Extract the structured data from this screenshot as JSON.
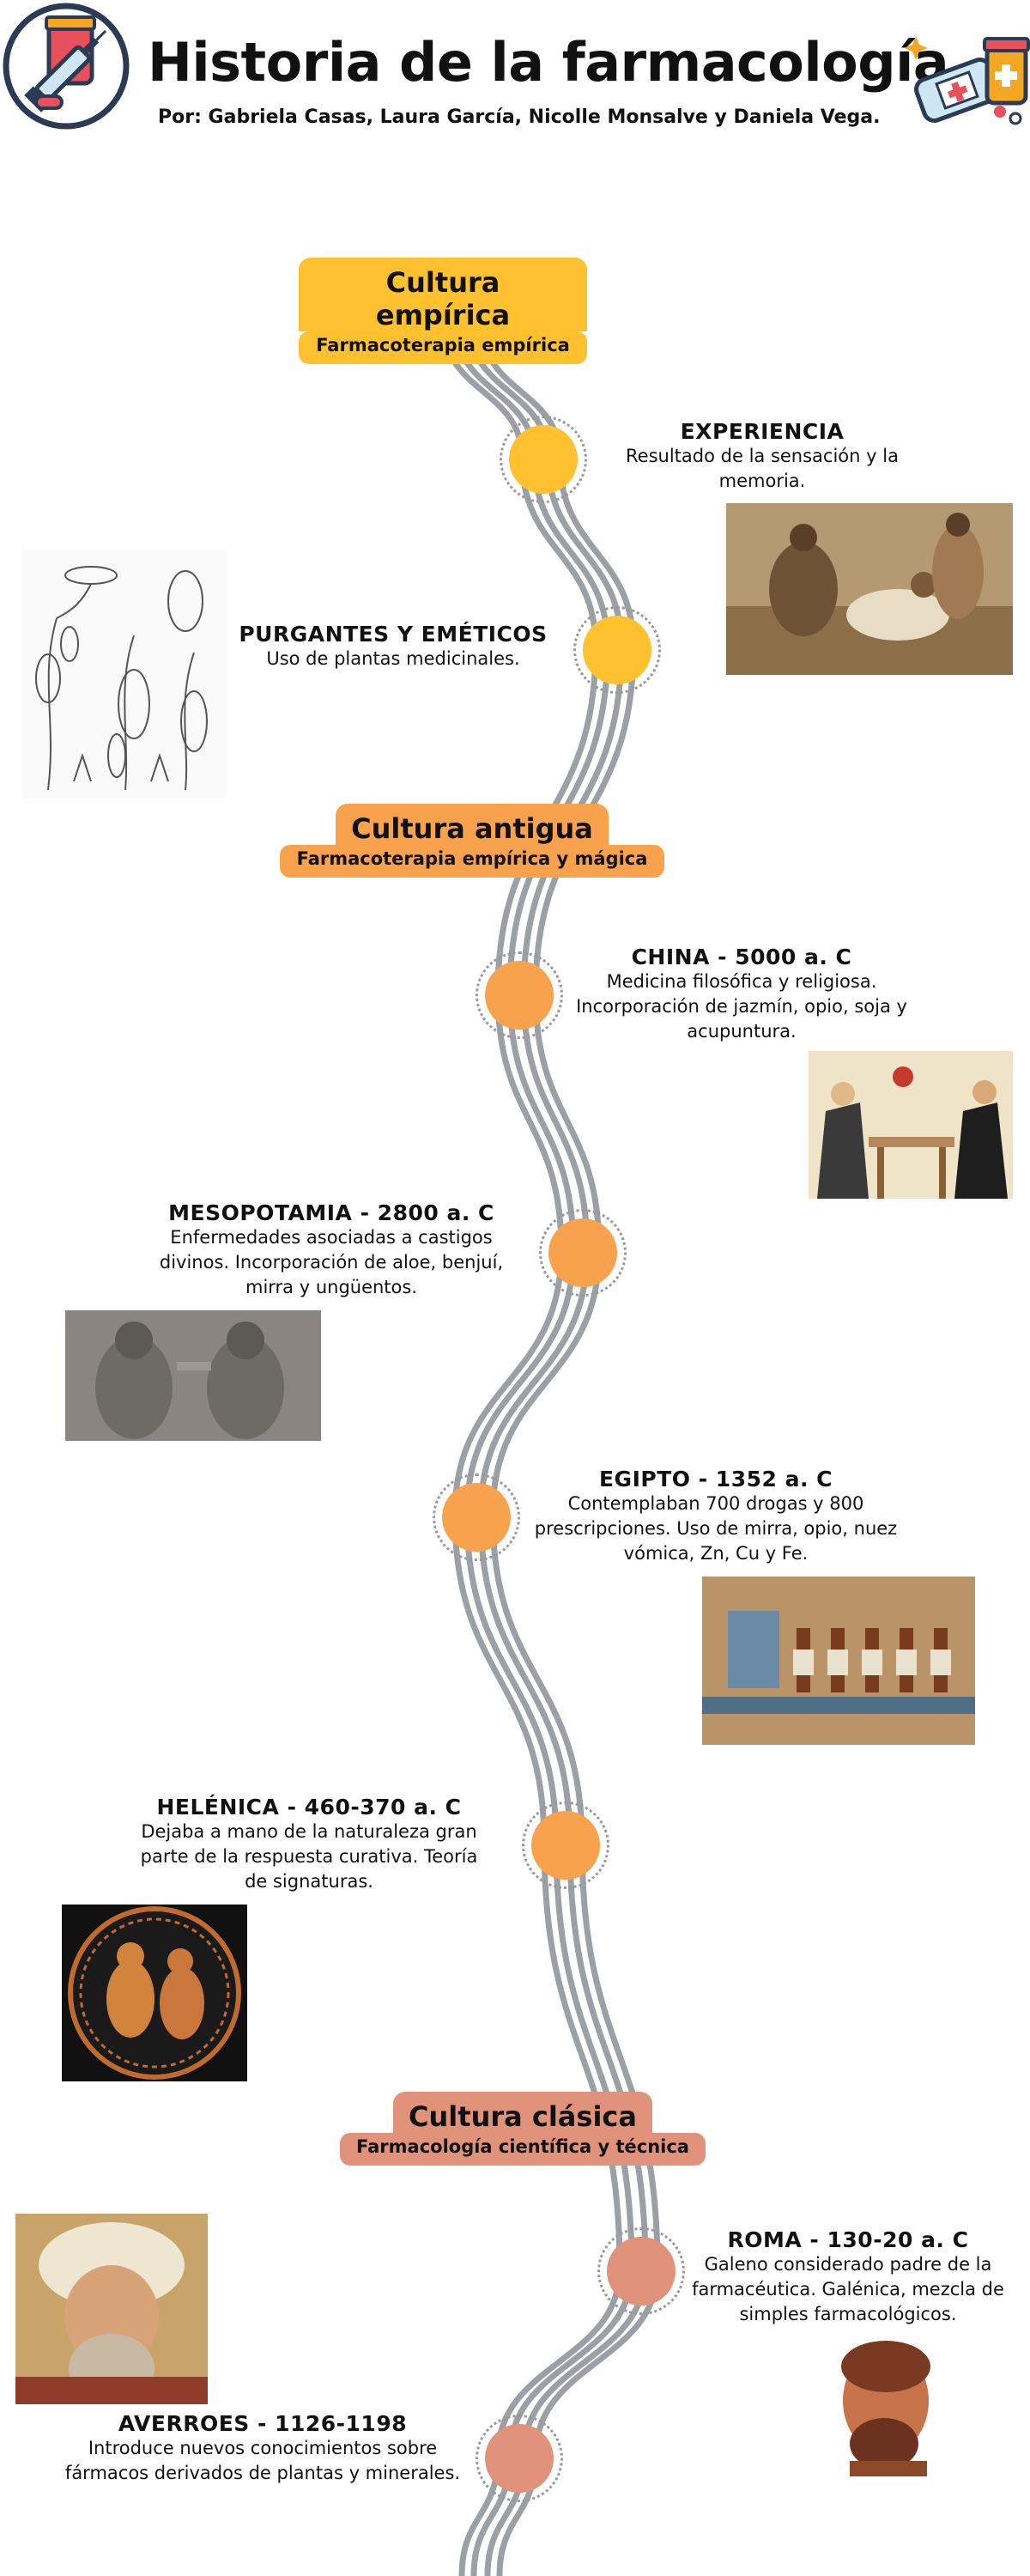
{
  "header": {
    "title": "Historia de la farmacología",
    "subtitle": "Por: Gabriela Casas, Laura García, Nicolle Monsalve y Daniela Vega."
  },
  "icons": {
    "left": "syringe-pills-icon",
    "right": "medicine-bottle-icon"
  },
  "colors": {
    "empirica": "#FFC130",
    "antigua": "#F8A24E",
    "clasica": "#E0927A",
    "road": "#9aa0a6"
  },
  "cultures": [
    {
      "main": "Cultura empírica",
      "sub": "Farmacoterapia empírica"
    },
    {
      "main": "Cultura antigua",
      "sub": "Farmacoterapia empírica y mágica"
    },
    {
      "main": "Cultura clásica",
      "sub": "Farmacología científica y técnica"
    }
  ],
  "events": [
    {
      "title": "EXPERIENCIA",
      "desc": "Resultado de la sensación y la memoria.",
      "image": "prehistoric-people-painting"
    },
    {
      "title": "PURGANTES Y EMÉTICOS",
      "desc": "Uso de plantas medicinales.",
      "image": "botanical-plants-illustration"
    },
    {
      "title": "CHINA - 5000 a. C",
      "desc": "Medicina filosófica y religiosa. Incorporación de jazmín, opio, soja y acupuntura.",
      "image": "chinese-physicians-painting"
    },
    {
      "title": "MESOPOTAMIA - 2800 a. C",
      "desc": "Enfermedades asociadas a castigos divinos. Incorporación de aloe, benjuí, mirra y ungüentos.",
      "image": "assyrian-relief"
    },
    {
      "title": "EGIPTO - 1352 a. C",
      "desc": "Contemplaban 700 drogas y 800 prescripciones. Uso de mirra, opio, nuez vómica, Zn, Cu y Fe.",
      "image": "egyptian-tomb-painting"
    },
    {
      "title": "HELÉNICA - 460-370 a. C",
      "desc": "Dejaba a mano de la naturaleza gran parte de la respuesta curativa. Teoría de signaturas.",
      "image": "greek-kylix-painting"
    },
    {
      "title": "ROMA - 130-20 a. C",
      "desc": "Galeno considerado padre de la farmacéutica. Galénica, mezcla de simples farmacológicos.",
      "image": "galen-portrait"
    },
    {
      "title": "AVERROES - 1126-1198",
      "desc": "Introduce nuevos conocimientos sobre fármacos derivados de plantas y minerales.",
      "image": "averroes-portrait"
    }
  ]
}
